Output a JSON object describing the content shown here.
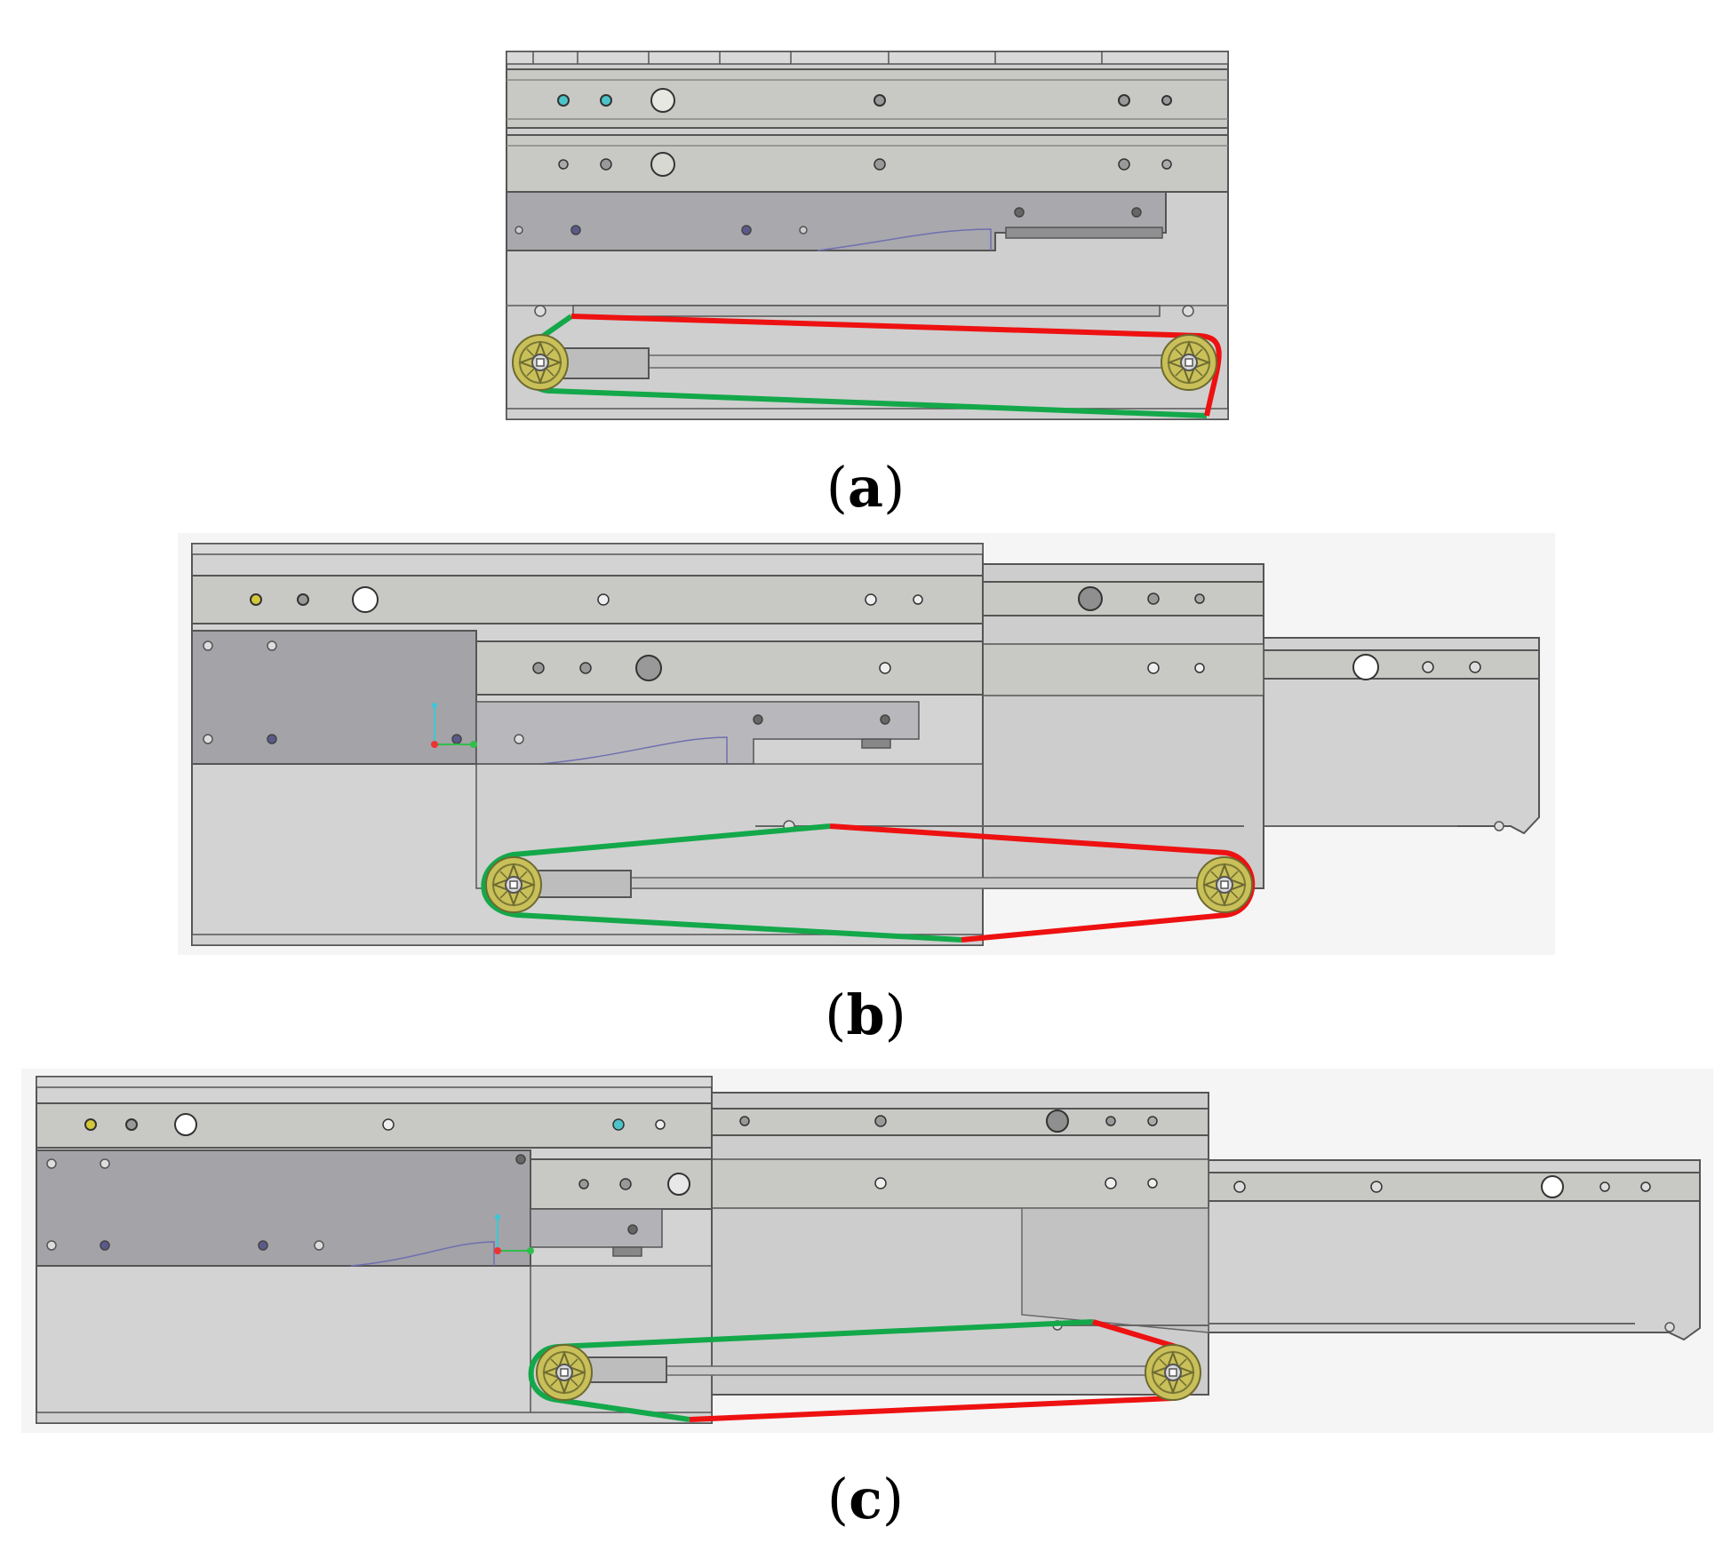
{
  "panels": [
    {
      "id": "a",
      "label_open": "(",
      "label_letter": "a",
      "label_close": ")"
    },
    {
      "id": "b",
      "label_open": "(",
      "label_letter": "b",
      "label_close": ")"
    },
    {
      "id": "c",
      "label_open": "(",
      "label_letter": "c",
      "label_close": ")"
    }
  ],
  "colors": {
    "frame": "#cfcfcf",
    "frame_edge": "#555555",
    "rail_face": "#c8c8c4",
    "dark_plate": "#a3a3a8",
    "pulley": "#c9c05a",
    "belt_green": "#13a84a",
    "belt_red": "#ee1111"
  }
}
